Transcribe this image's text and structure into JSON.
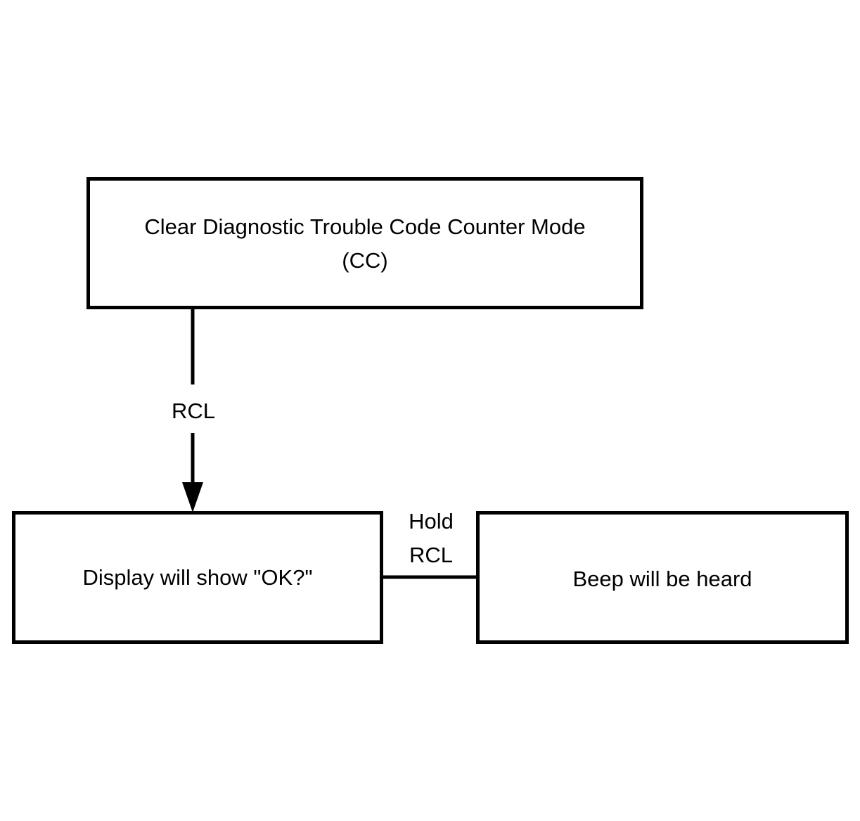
{
  "nodes": {
    "clear_dtc": {
      "line1": "Clear Diagnostic Trouble Code Counter Mode",
      "line2": "(CC)"
    },
    "display": {
      "text": "Display will show \"OK?\""
    },
    "beep": {
      "text": "Beep will be heard"
    }
  },
  "edges": {
    "rcl": {
      "label": "RCL"
    },
    "hold_rcl": {
      "line1": "Hold",
      "line2": "RCL"
    }
  },
  "colors": {
    "line": "#000000",
    "background": "#ffffff"
  }
}
